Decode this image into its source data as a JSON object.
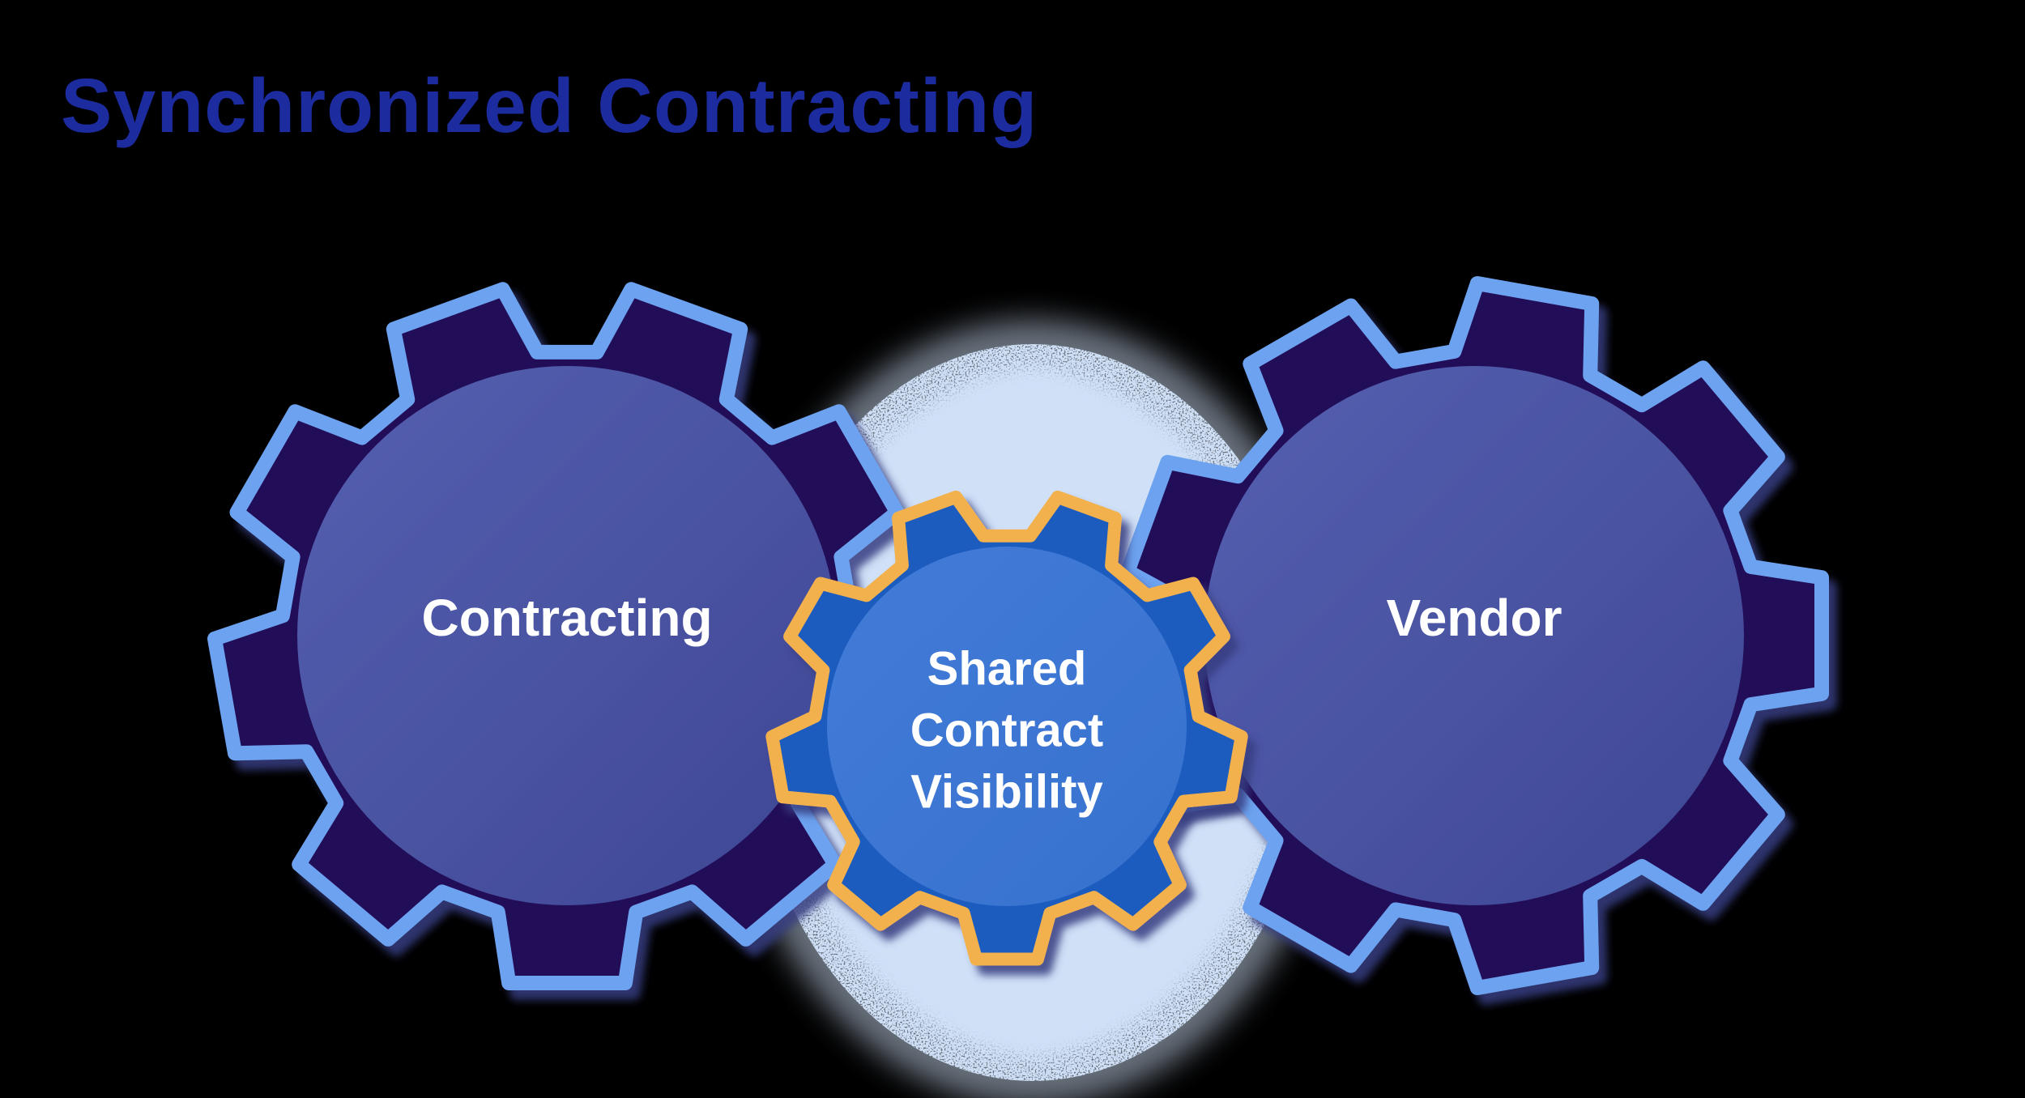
{
  "title": {
    "text": "Synchronized Contracting",
    "color": "#1C2B9E"
  },
  "canvas": {
    "background_color": "#000000"
  },
  "glow": {
    "color": "#CFE0F7"
  },
  "gears": {
    "left": {
      "label": "Contracting",
      "body_color": "#241058",
      "outline_color": "#6CA2EF",
      "circle_color_light": "#5560B0",
      "circle_color_dark": "#3E4794",
      "label_color": "#FFFFFF"
    },
    "center": {
      "label_lines": [
        "Shared",
        "Contract",
        "Visibility"
      ],
      "body_color": "#1D5BBF",
      "outline_color": "#F2B14D",
      "circle_color_light": "#437CD8",
      "circle_color_dark": "#3671CE",
      "label_color": "#FFFFFF"
    },
    "right": {
      "label": "Vendor",
      "body_color": "#241058",
      "outline_color": "#6CA2EF",
      "circle_color_light": "#5560B0",
      "circle_color_dark": "#3E4794",
      "label_color": "#FFFFFF"
    }
  }
}
